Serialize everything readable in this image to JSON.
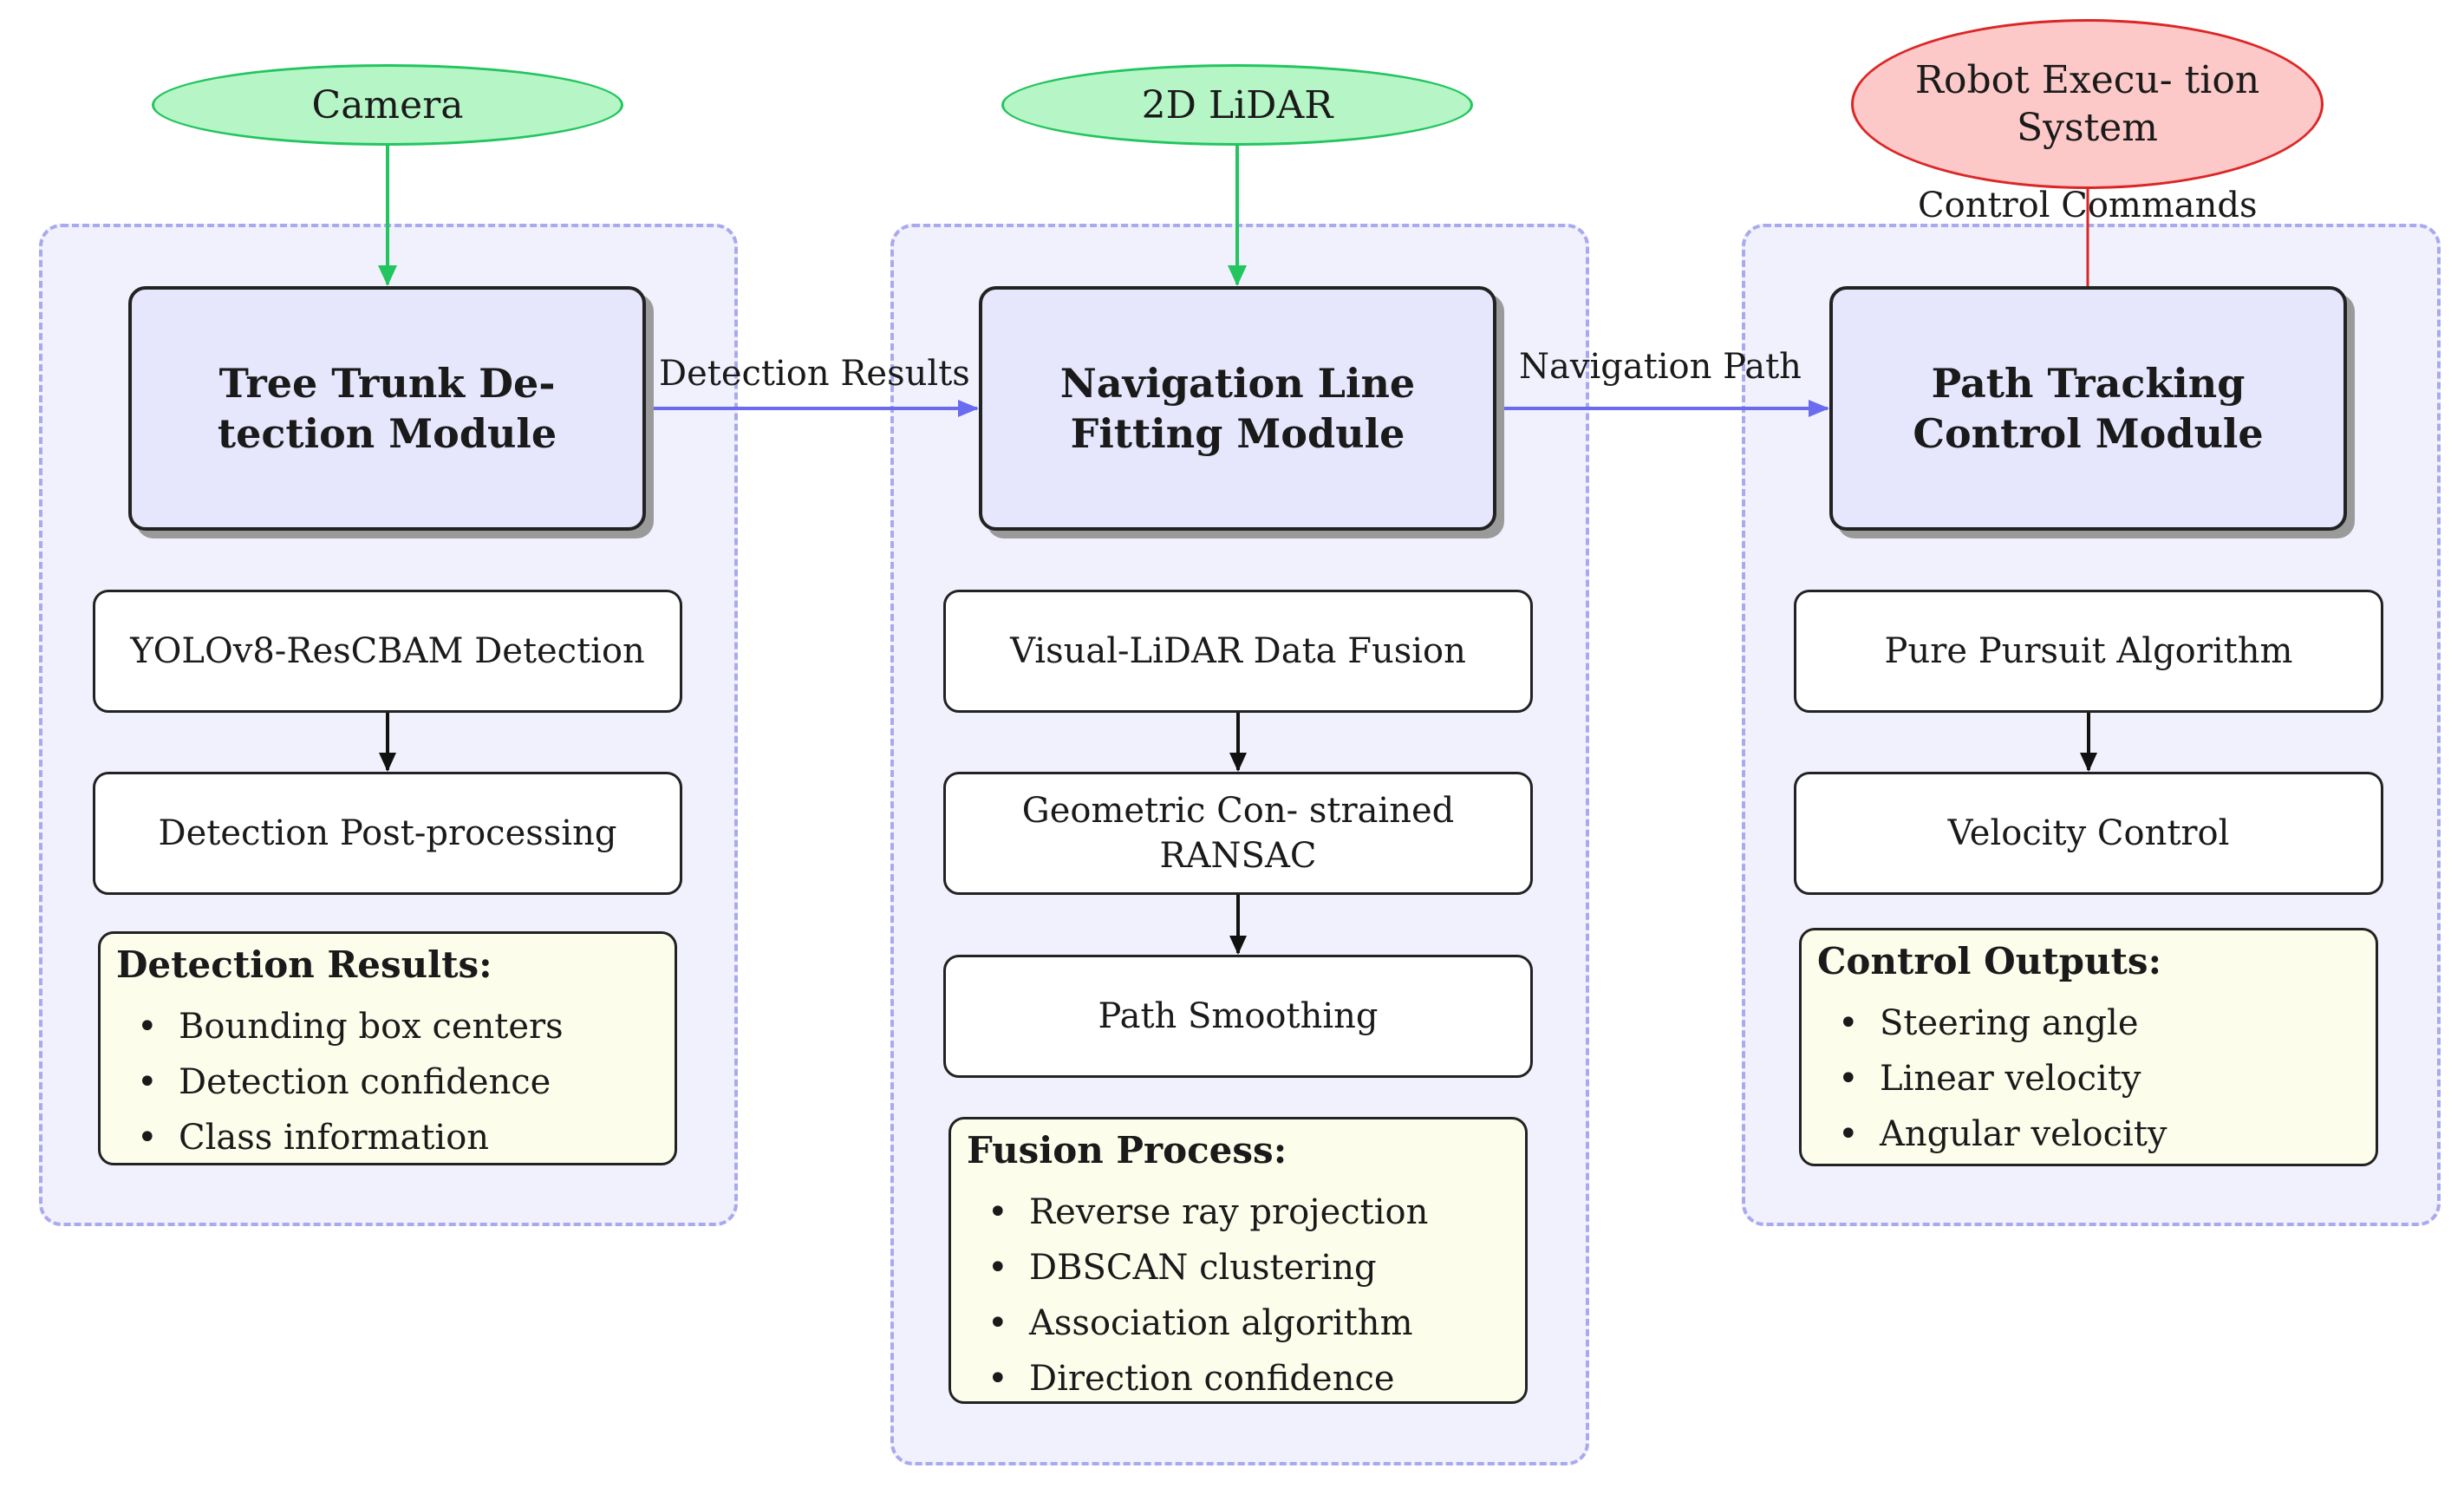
{
  "inputs": {
    "camera": "Camera",
    "lidar": "2D LiDAR",
    "robot": "Robot Execu- tion System"
  },
  "modules": {
    "detection": {
      "title": "Tree Trunk De- tection Module",
      "steps": [
        "YOLOv8-ResCBAM Detection",
        "Detection Post-processing"
      ],
      "notes_title": "Detection Results:",
      "notes": [
        "Bounding box centers",
        "Detection confidence",
        "Class information"
      ]
    },
    "navigation": {
      "title": "Navigation Line Fitting Module",
      "steps": [
        "Visual-LiDAR Data Fusion",
        "Geometric Con- strained RANSAC",
        "Path Smoothing"
      ],
      "notes_title": "Fusion Process:",
      "notes": [
        "Reverse ray projection",
        "DBSCAN clustering",
        "Association algorithm",
        "Direction confidence"
      ]
    },
    "tracking": {
      "title": "Path Tracking Control Module",
      "steps": [
        "Pure Pursuit Algorithm",
        "Velocity Control"
      ],
      "notes_title": "Control Outputs:",
      "notes": [
        "Steering angle",
        "Linear velocity",
        "Angular velocity"
      ]
    }
  },
  "edges": {
    "detection_results": "Detection Results",
    "navigation_path": "Navigation Path",
    "control_commands": "Control Commands"
  },
  "bullet_symbol": "•",
  "colors": {
    "input_fill": "#b5f5c6",
    "input_stroke": "#22c55e",
    "output_fill": "#fcc8c8",
    "output_stroke": "#dc2626",
    "module_fill": "#e6e6fc",
    "group_fill": "#f1f1fd",
    "group_border": "#a9a9ef",
    "notes_fill": "#fdfdec",
    "flow_arrow": "#6b6bf0"
  }
}
